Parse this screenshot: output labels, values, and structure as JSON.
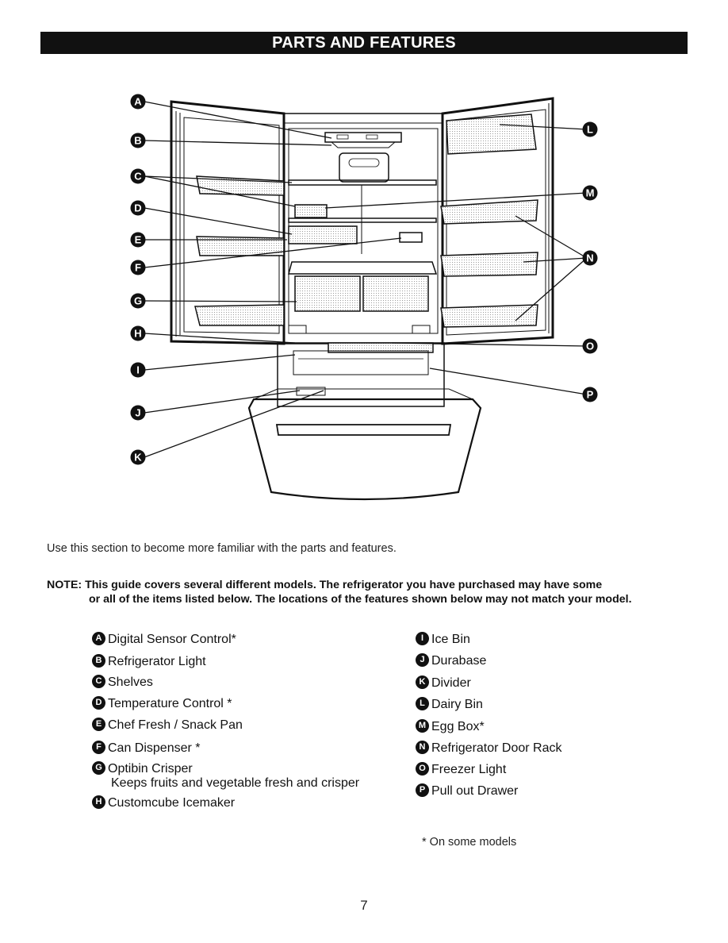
{
  "header": {
    "title": "PARTS AND FEATURES"
  },
  "intro": "Use this section to become more familiar with the parts and features.",
  "note": {
    "line1": "NOTE: This guide covers several different models. The refrigerator you have purchased may have some",
    "line2": "or all of the items listed below. The locations of the features shown below may not match your model."
  },
  "diagram_labels": [
    "A",
    "B",
    "C",
    "D",
    "E",
    "F",
    "G",
    "H",
    "I",
    "J",
    "K",
    "L",
    "M",
    "N",
    "O",
    "P"
  ],
  "parts_left": [
    {
      "letter": "A",
      "label": "Digital Sensor Control*"
    },
    {
      "letter": "B",
      "label": "Refrigerator Light"
    },
    {
      "letter": "C",
      "label": "Shelves"
    },
    {
      "letter": "D",
      "label": "Temperature Control *"
    },
    {
      "letter": "E",
      "label": "Chef Fresh / Snack Pan"
    },
    {
      "letter": "F",
      "label": "Can Dispenser *"
    },
    {
      "letter": "G",
      "label": "Optibin Crisper",
      "sub": "Keeps fruits and vegetable fresh and crisper"
    },
    {
      "letter": "H",
      "label": "Customcube Icemaker"
    }
  ],
  "parts_right": [
    {
      "letter": "I",
      "label": "Ice Bin"
    },
    {
      "letter": "J",
      "label": "Durabase"
    },
    {
      "letter": "K",
      "label": "Divider"
    },
    {
      "letter": "L",
      "label": "Dairy Bin"
    },
    {
      "letter": "M",
      "label": "Egg Box*"
    },
    {
      "letter": "N",
      "label": "Refrigerator Door Rack"
    },
    {
      "letter": "O",
      "label": "Freezer Light"
    },
    {
      "letter": "P",
      "label": "Pull out Drawer"
    }
  ],
  "footnote": "* On some models",
  "page_number": "7"
}
